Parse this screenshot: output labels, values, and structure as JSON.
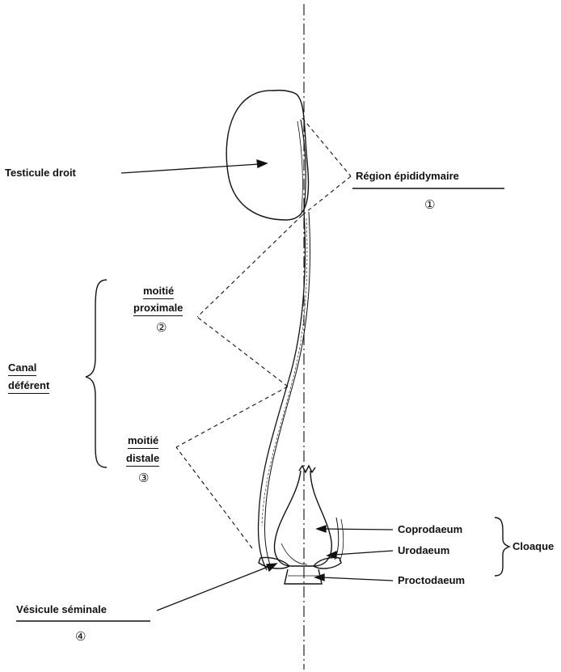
{
  "labels": {
    "testicule": "Testicule droit",
    "region": "Région   épididymaire",
    "region_num": "①",
    "canal_line1": "Canal",
    "canal_line2": "déférent",
    "proximale_line1": "moitié",
    "proximale_line2": "proximale",
    "proximale_num": "②",
    "distale_line1": "moitié",
    "distale_line2": "distale",
    "distale_num": "③",
    "vesicule": "Vésicule   séminale",
    "vesicule_num": "④",
    "coprodaeum": "Coprodaeum",
    "urodaeum": "Urodaeum",
    "proctodaeum": "Proctodaeum",
    "cloaque": "Cloaque"
  },
  "colors": {
    "ink": "#111111",
    "background": "#ffffff"
  }
}
